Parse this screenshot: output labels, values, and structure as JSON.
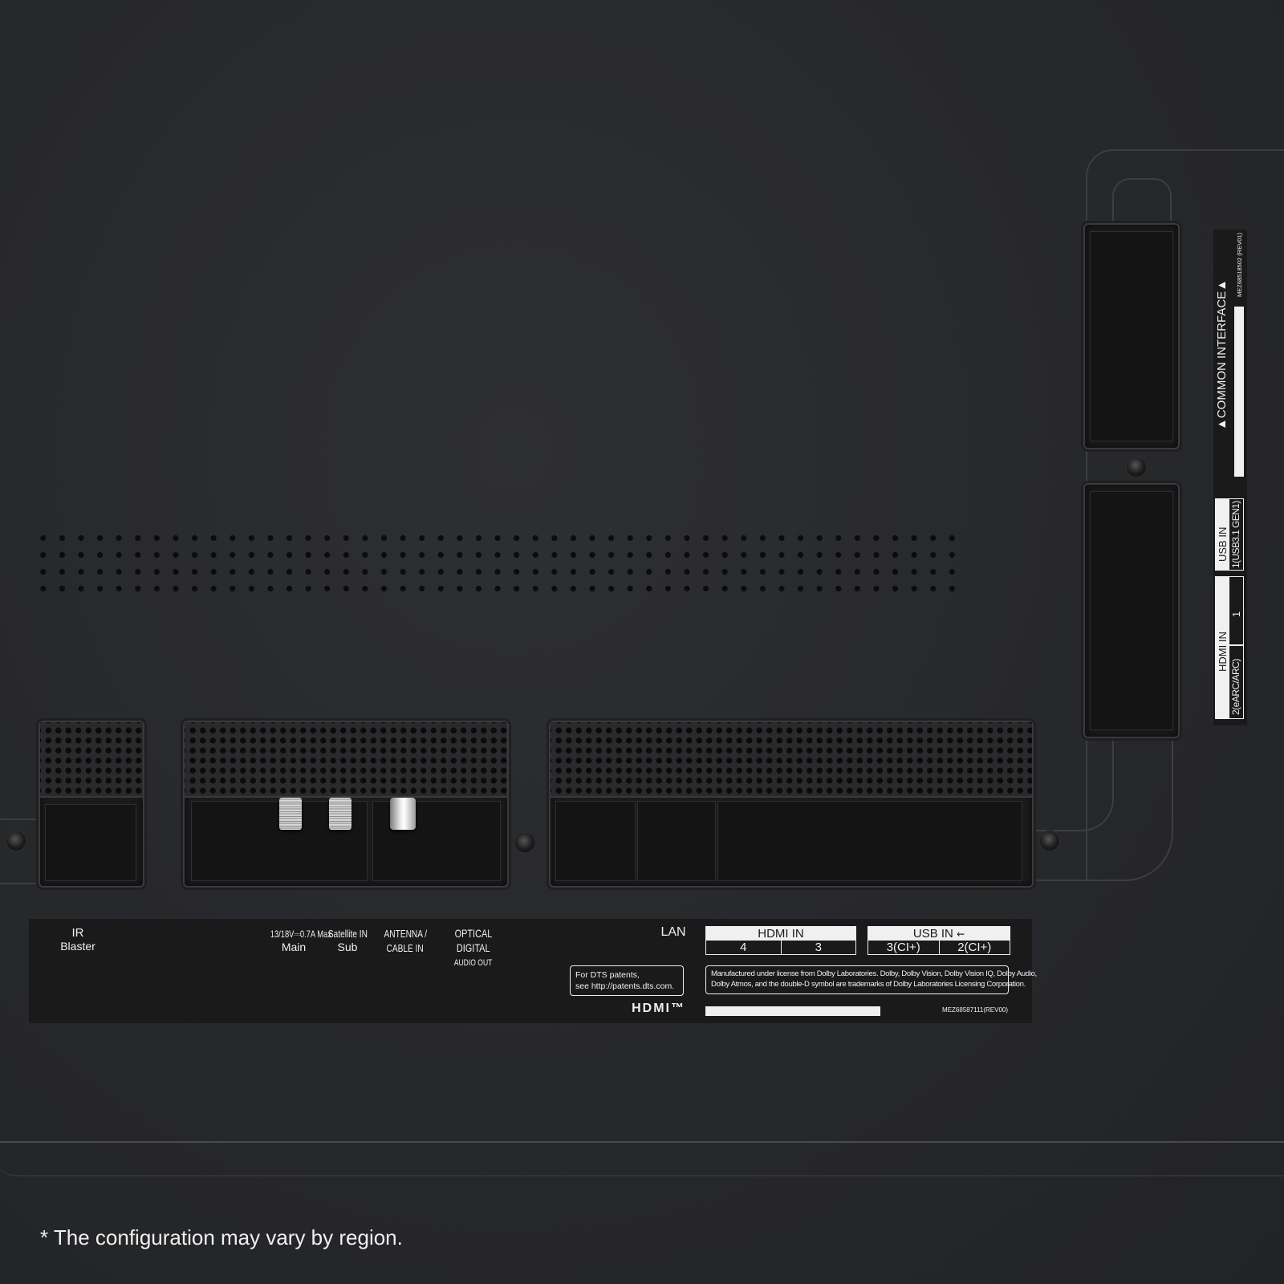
{
  "labels": {
    "ir": "IR",
    "ir_sub": "Blaster",
    "power_main_top": "13/18V⎓0.7A Max",
    "power_main_bottom": "Main",
    "sat_top": "Satellite IN",
    "sat_bottom": "Sub",
    "antenna_top": "ANTENNA /",
    "antenna_bottom": "CABLE IN",
    "optical_1": "OPTICAL",
    "optical_2": "DIGITAL",
    "optical_3": "AUDIO OUT",
    "lan": "LAN"
  },
  "hdmi_bottom": {
    "title": "HDMI IN",
    "ports": [
      "4",
      "3"
    ]
  },
  "usb_bottom": {
    "title": "USB IN",
    "ports": [
      "3(CI+)",
      "2(CI+)"
    ]
  },
  "dts_notice": [
    "For DTS patents,",
    "see http://patents.dts.com."
  ],
  "dolby_notice": [
    "Manufactured under license from Dolby Laboratories. Dolby, Dolby Vision, Dolby Vision IQ, Dolby Audio,",
    "Dolby Atmos, and the double-D symbol are trademarks of Dolby Laboratories Licensing Corporation."
  ],
  "hdmi_logo": "HDMI™",
  "bottom_part_code": "MEZ68587111(REV00)",
  "side": {
    "common_interface": "▲COMMON INTERFACE▲",
    "part_code": "MEZ68518502 (REV01)",
    "usb_title": "USB IN",
    "usb_port": "1(USB3.1 GEN1)",
    "hdmi_title": "HDMI IN",
    "hdmi_port_1": "1",
    "hdmi_port_2": "2(eARC/ARC)"
  },
  "footnote": "* The configuration may vary by region."
}
